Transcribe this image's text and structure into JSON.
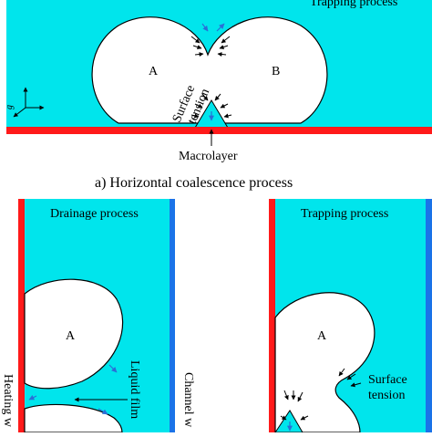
{
  "panel_top": {
    "corner_label": "Trapping process",
    "bubble_a_label": "A",
    "bubble_b_label": "B",
    "surface_tension_label": [
      "Surface",
      "tension"
    ],
    "macrolayer_label": "Macrolayer",
    "axis_label": "g",
    "caption": "a) Horizontal coalescence process"
  },
  "panel_bottom_left": {
    "title": "Drainage process",
    "bubble_label": "A",
    "liquid_film_label": "Liquid film",
    "heating_wall_label": "Heating w",
    "channel_wall_label": "Channel w"
  },
  "panel_bottom_right": {
    "title": "Trapping process",
    "bubble_label": "A",
    "surface_tension_label": [
      "Surface",
      "tension"
    ]
  },
  "colors": {
    "liquid": "#00e5ec",
    "heated_wall": "#ff1a1a",
    "channel_wall": "#1a73e8",
    "bubble": "#ffffff"
  }
}
